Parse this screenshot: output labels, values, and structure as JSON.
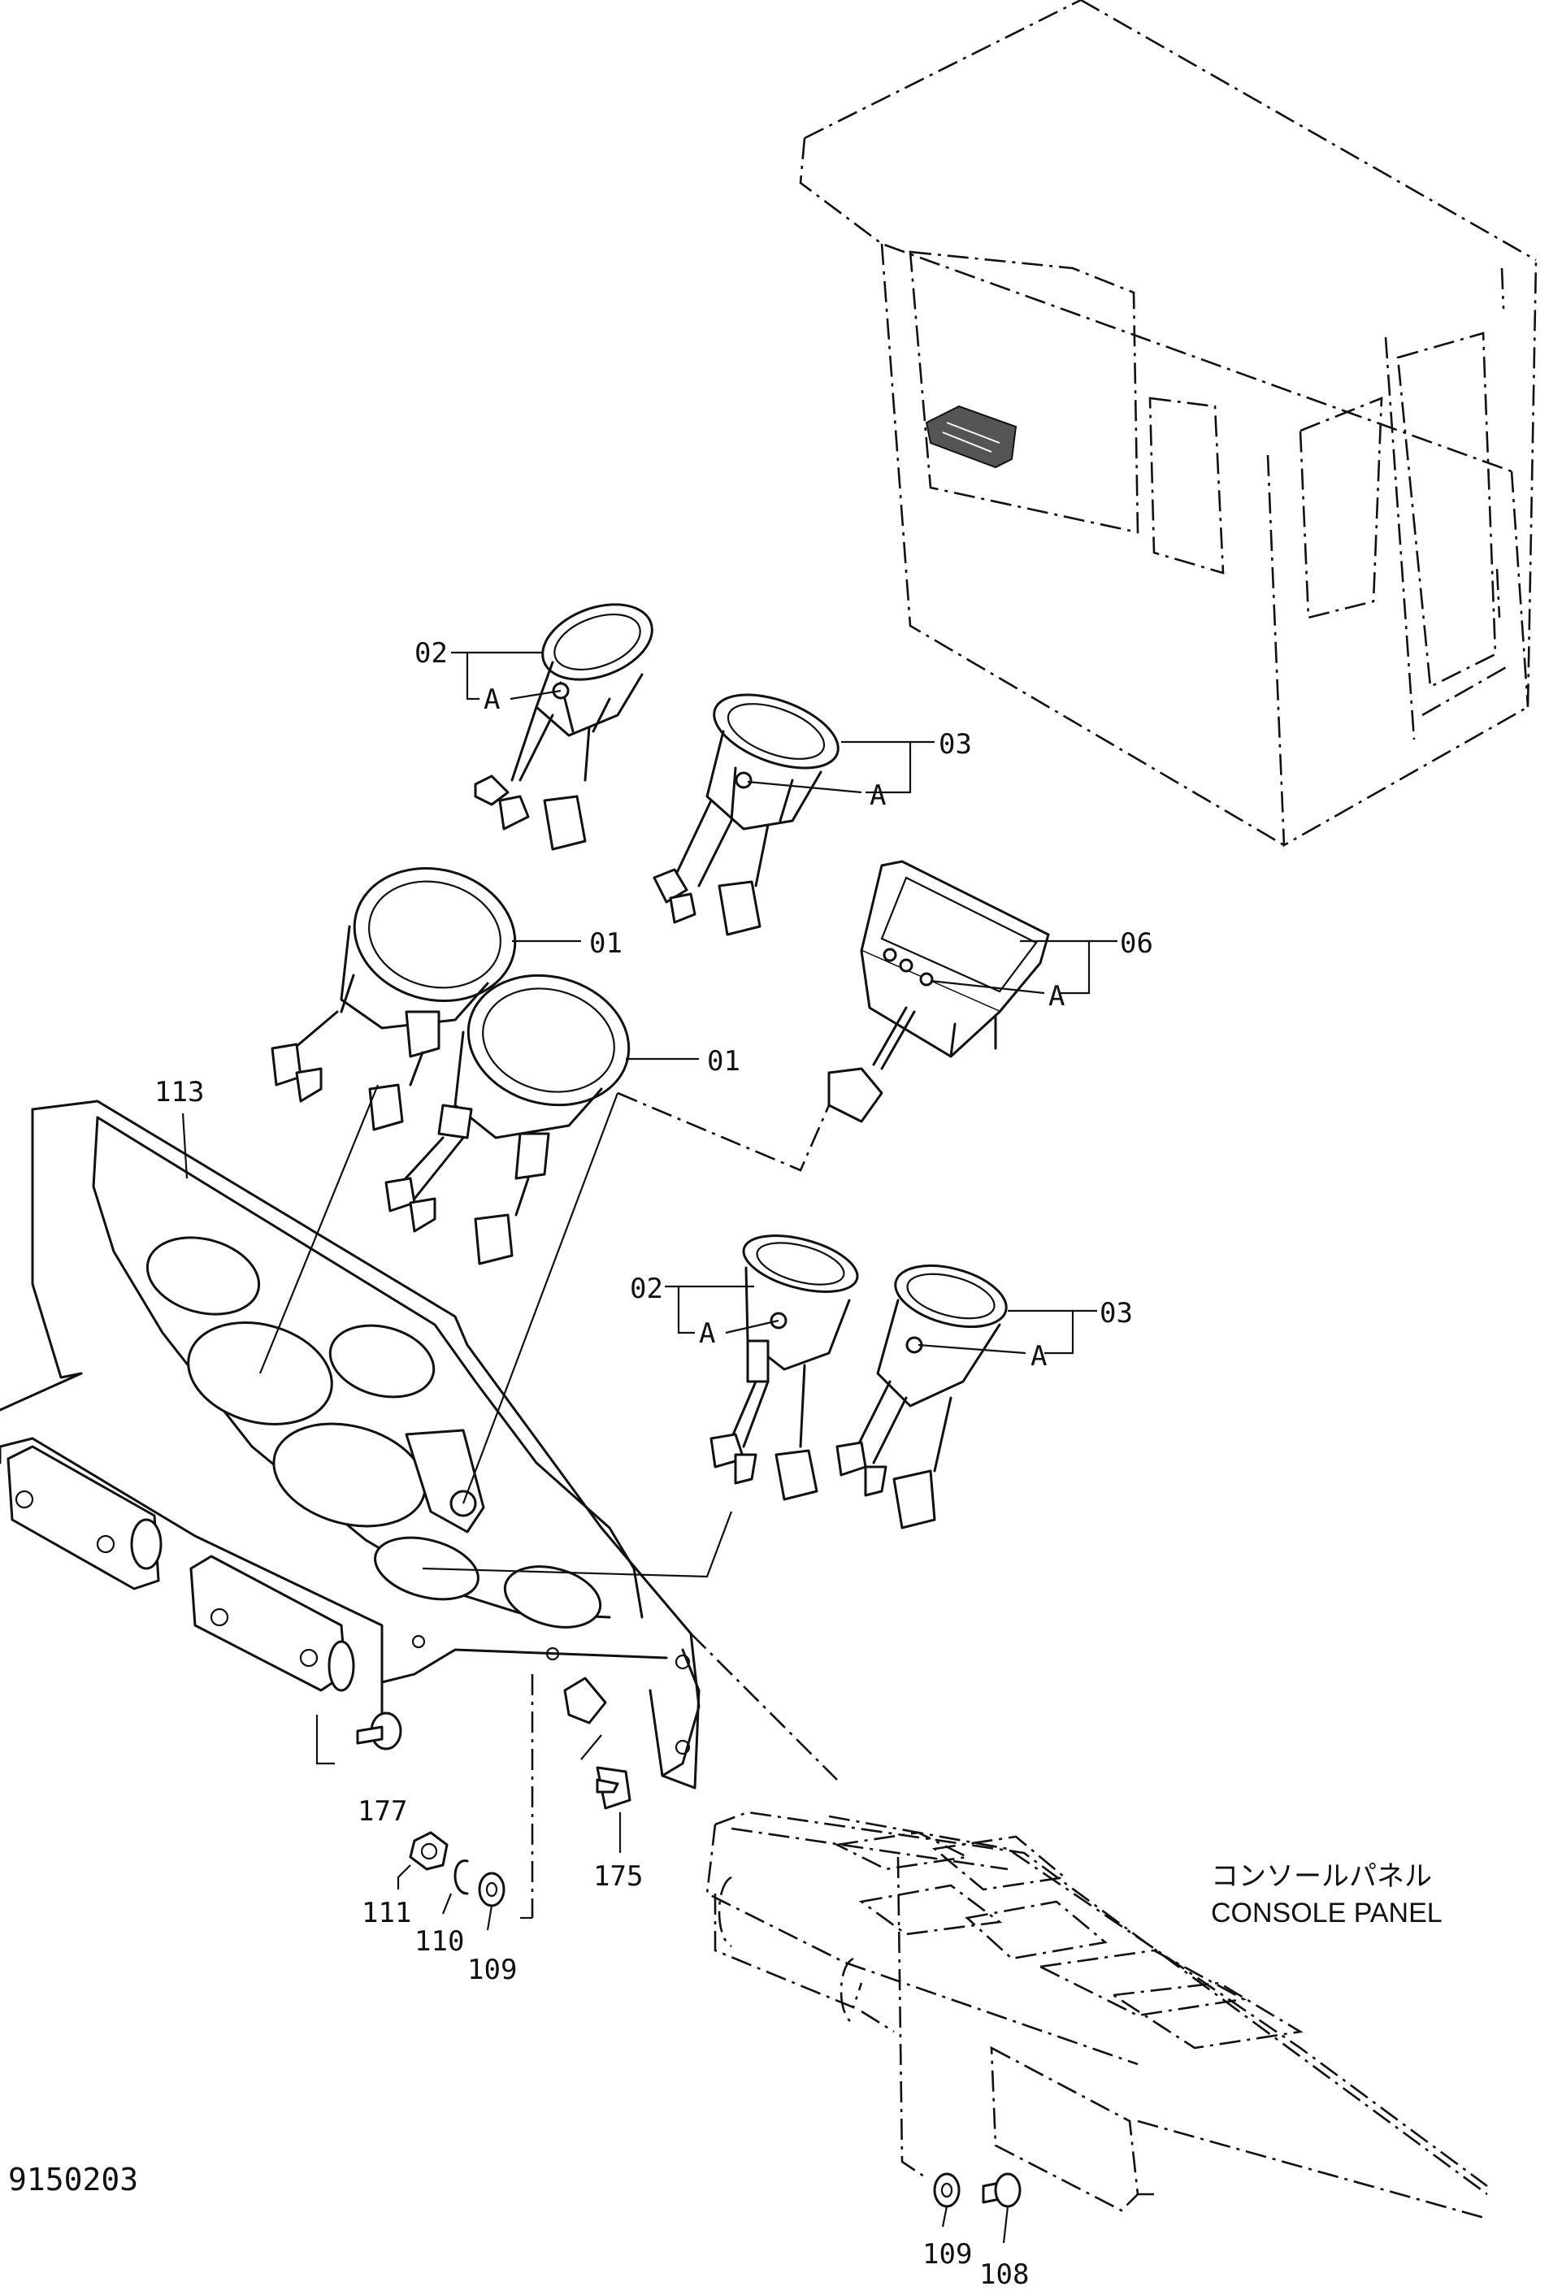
{
  "drawing_number": "9150203",
  "console_panel": {
    "label_jp": "コンソールパネル",
    "label_en": "CONSOLE PANEL"
  },
  "callouts": {
    "gauge_02_top": "02",
    "gauge_02_top_a": "A",
    "gauge_03_top": "03",
    "gauge_03_top_a": "A",
    "gauge_01_a": "01",
    "gauge_01_b": "01",
    "monitor_06": "06",
    "monitor_06_a": "A",
    "panel_113": "113",
    "gauge_02_low": "02",
    "gauge_02_low_a": "A",
    "gauge_03_low": "03",
    "gauge_03_low_a": "A",
    "screw_177": "177",
    "screw_175": "175",
    "nut_111": "111",
    "washer_110": "110",
    "washer_109": "109",
    "washer_109_b": "109",
    "bolt_108": "108"
  }
}
